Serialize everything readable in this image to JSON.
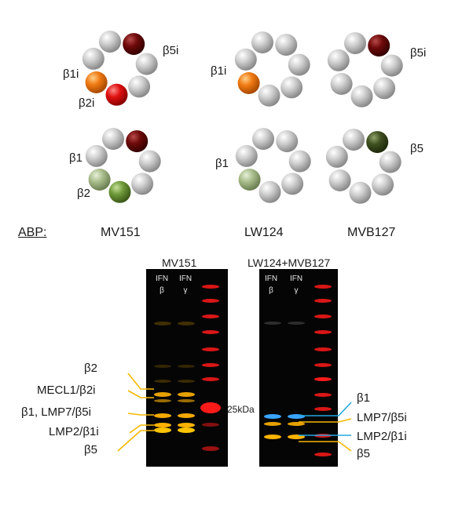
{
  "structures": {
    "row1": [
      {
        "name": "MV151 top",
        "labels": [
          "β1i",
          "β2i",
          "β5i"
        ]
      },
      {
        "name": "LW124 top",
        "labels": [
          "β1i"
        ]
      },
      {
        "name": "MVB127 top",
        "labels": [
          "β5i"
        ]
      }
    ],
    "row2": [
      {
        "name": "MV151 bottom",
        "labels": [
          "β1",
          "β2"
        ]
      },
      {
        "name": "LW124 bottom",
        "labels": [
          "β1"
        ]
      },
      {
        "name": "MVB127 bottom",
        "labels": [
          "β5"
        ]
      }
    ]
  },
  "labels": {
    "b1i_a": "β1i",
    "b2i": "β2i",
    "b5i_a": "β5i",
    "b1i_b": "β1i",
    "b5i_b": "β5i",
    "b1_a": "β1",
    "b2": "β2",
    "b1_b": "β1",
    "b5": "β5"
  },
  "abp": {
    "title": "ABP:",
    "probes": [
      "MV151",
      "LW124",
      "MVB127"
    ]
  },
  "gel_left": {
    "title": "MV151",
    "lanes": [
      {
        "line1": "IFN",
        "line2": "β"
      },
      {
        "line1": "IFN",
        "line2": "γ"
      }
    ],
    "band_labels": [
      "β2",
      "MECL1/β2i",
      "β1, LMP7/β5i",
      "LMP2/β1i",
      "β5"
    ]
  },
  "gel_right": {
    "title": "LW124+MVB127",
    "lanes": [
      {
        "line1": "IFN",
        "line2": "β"
      },
      {
        "line1": "IFN",
        "line2": "γ"
      }
    ],
    "band_labels": [
      "β1",
      "LMP7/β5i",
      "LMP2/β1i",
      "β5"
    ]
  },
  "marker": "25kDa",
  "colors": {
    "gray_sphere": "#c8c8c8",
    "orange": "#f07a12",
    "red": "#e01010",
    "dark_red": "#6e0a0a",
    "light_green": "#a9bd8c",
    "green": "#6f9a3a",
    "dark_green": "#3f5020",
    "band_orange": "#ffb300",
    "band_blue": "#3aa4ff",
    "ladder_red": "#ff1a1a",
    "leader_yellow": "#f7b800",
    "leader_blue": "#23a7e0"
  }
}
